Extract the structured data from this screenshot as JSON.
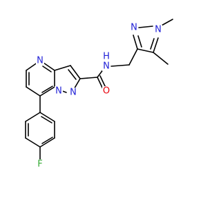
{
  "molecule": {
    "atoms": {
      "n_pyrimidine": "N",
      "n_bridge": "N",
      "n_pyrazole": "N",
      "o_carbonyl": "O",
      "n_amide": "N",
      "h_amide": "H",
      "n_pz_top": "N",
      "n_pz_methyl": "N",
      "f_fluoro": "F"
    },
    "colors": {
      "bond": "#000000",
      "nitrogen": "#1f1fd6",
      "oxygen": "#e8000b",
      "fluorine": "#33aa33"
    }
  }
}
